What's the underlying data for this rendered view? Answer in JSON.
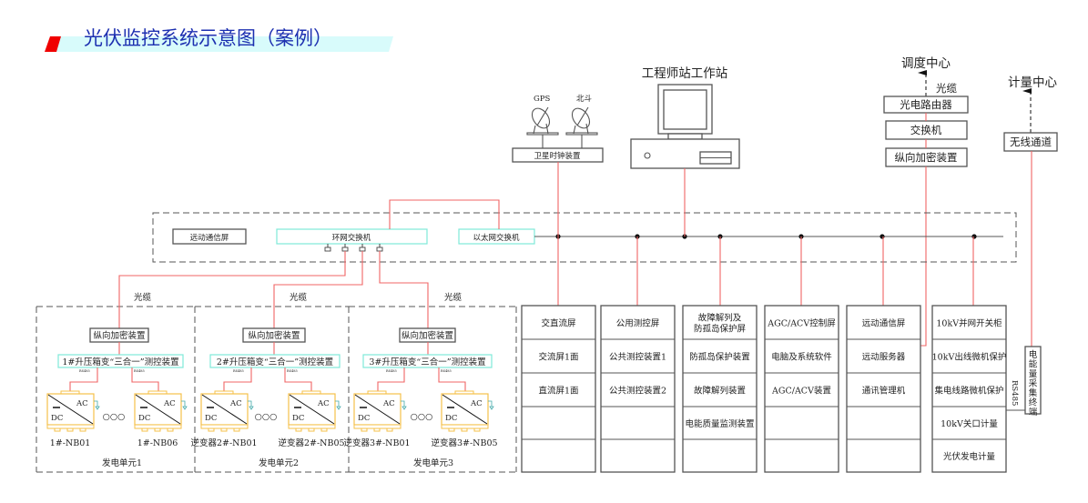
{
  "title": "光伏监控系统示意图（案例）",
  "colors": {
    "title": "#1c2fb0",
    "banner": "#d8fbfb",
    "accent_red": "#f00000",
    "line_red": "#f06464",
    "switch_border": "#7fe8d8",
    "inverter": "#f5c04a"
  },
  "engineer_station": "工程师站工作站",
  "satellite": {
    "gps": "GPS",
    "beidou": "北斗",
    "clock": "卫星时钟装置"
  },
  "dispatch": {
    "center": "调度中心",
    "fiber": "光缆",
    "router": "光电路由器",
    "switch": "交换机",
    "encryption": "纵向加密装置"
  },
  "metering": {
    "center": "计量中心",
    "wireless": "无线通道",
    "terminal": "电能量采集终端",
    "rs485": "RS485"
  },
  "bus": {
    "telecontrol_screen": "远动通信屏",
    "ring_switch": "环网交换机",
    "ethernet_switch": "以太网交换机"
  },
  "inverter_labels": {
    "ac": "AC",
    "dc": "DC"
  },
  "units": [
    {
      "fiber": "光缆",
      "encryption": "纵向加密装置",
      "controller": "1#升压箱变“三合一”测控装置",
      "rs485": "RS485",
      "inverters": [
        "1#-NB01",
        "1#-NB06"
      ],
      "ellipsis": "○○○",
      "label": "发电单元1"
    },
    {
      "fiber": "光缆",
      "encryption": "纵向加密装置",
      "controller": "2#升压箱变“三合一”测控装置",
      "rs485": "RS485",
      "inverters": [
        "逆变器2#-NB01",
        "逆变器2#-NB05"
      ],
      "ellipsis": "○○○",
      "label": "发电单元2"
    },
    {
      "fiber": "光缆",
      "encryption": "纵向加密装置",
      "controller": "3#升压箱变“三合一”测控装置",
      "rs485": "RS485",
      "inverters": [
        "逆变器3#-NB01",
        "逆变器3#-NB05"
      ],
      "ellipsis": "○○○",
      "label": "发电单元3"
    }
  ],
  "panels": [
    {
      "rows": [
        [
          "交直流屏"
        ],
        [
          "交流屏1面"
        ],
        [
          "直流屏1面"
        ],
        [],
        []
      ]
    },
    {
      "rows": [
        [
          "公用测控屏"
        ],
        [
          "公共测控装置1"
        ],
        [
          "公共测控装置2"
        ],
        [],
        []
      ]
    },
    {
      "rows": [
        [
          "故障解列及",
          "防孤岛保护屏"
        ],
        [
          "防孤岛保护装置"
        ],
        [
          "故障解列装置"
        ],
        [
          "电能质量监测装置"
        ],
        []
      ]
    },
    {
      "rows": [
        [
          "AGC/ACV控制屏"
        ],
        [
          "电脑及系统软件"
        ],
        [
          "AGC/ACV装置"
        ],
        [],
        []
      ]
    },
    {
      "rows": [
        [
          "远动通信屏"
        ],
        [
          "远动服务器"
        ],
        [
          "通讯管理机"
        ],
        [],
        []
      ]
    },
    {
      "rows": [
        [
          "10kV并网开关柜"
        ],
        [
          "10kV出线微机保护"
        ],
        [
          "集电线路微机保护"
        ],
        [
          "10kV关口计量"
        ],
        [
          "光伏发电计量"
        ]
      ]
    }
  ]
}
